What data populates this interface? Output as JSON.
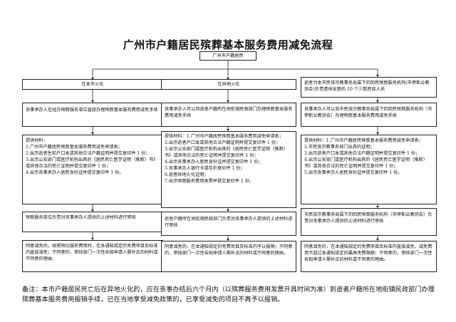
{
  "title": "广州市户籍居民殡葬基本服务费用减免流程",
  "start_node": "广州市户籍居民",
  "columns": [
    {
      "condition": "在本市火化",
      "step1": "丧事承办人在经办殡葬服务单位直接办理殡葬基本服务费用减免手续",
      "materials_title": "提供材料：",
      "materials": [
        "1.广州市户籍居民殡葬基本服务费用减免申请表；",
        "2.出示逝者生前户口本或其他合法户籍证明并提交复印件 1 份；",
        "3.出示公安部门或医疗机构出具的《居民死亡医学证明（推断）书》或其他合法的死亡证明并提交复印件 1 份；",
        "4.出示丧事承办人居民身份证并提交复印件 1 份。"
      ],
      "review": "殡葬服务单位负责对丧事承办人提供的上述材料进行审核",
      "result": "同意减免的，按照殡仪服务费用时，在本通知规定的免费项目及标准内直接减免；不同意的，审核部门一次性告知申请人需补正的材料或不同意的理由。"
    },
    {
      "condition": "在异地火化",
      "step1": "丧事承办人可以到逝者户籍所在地街镇民政部门办理殡葬基本服务费用减免手续",
      "materials_title": "提供材料：1.广州市户籍居民殡葬基本服务费用减免申请表；",
      "materials": [
        "2.出示逝者户口本或其他合法户籍证明并提交复印件 1 份；",
        "3.出示公安部门或医疗机构出具的《居民死亡医学证明（推断）书》或其他合法的死亡证明并提交复印件 1 份；",
        "4.出示丧事承办人居民身份证并提交复印件 1 份；",
        "5.丧事承办人银行卡或存折复印件 1 份；",
        "6.逝者异地火化证明；",
        "7.出示殡葬服务费用发票并提交复印件 1 份。"
      ],
      "review": "逝者户籍所在地街镇民政部门负责对丧事承办人提供的上述材料进行审核",
      "result": "同意减免的，在本通知规定的免费项目及标准内予以报销；不同意的，审核部门一次性告知申请人需补正的材料或不同意的理由。"
    },
    {
      "condition": "逝者为本市民族宗教事务局属下的回民殡葬服务机构(市伊斯兰教协会)负责遗体安葬的 10 个少数民族人员",
      "step1": "丧事承办人可以到市民族宗教事务局属下的回民殡葬服务机构（市伊斯兰教协会）办理殡葬基本服务费用减免手续",
      "materials_title": "提供材料：1.广州市户籍居民殡葬基本服务费用减免申请表；",
      "materials": [
        "2.市民族宗教事务部门出具的证明；",
        "3.出示逝者户口本或其他合法户籍证明并提交复印件 1 份；",
        "4.出示公安部门或医疗机构出具的《居民死亡医学证明（推断）书》或其他合法的死亡证明并提交复印件 1 份；",
        "5.出示丧事承办人居民身份证并提交复印件 1 份。"
      ],
      "review": "市民族宗教事务局属下的回民殡葬服务机构（市伊斯兰教协会）负责对丧事承办人提供的上述材料进行审核",
      "result": "同意减免的，在本通知规定的免费项目及标准内直接减免，减免费用不超过本通知规定的最高免费限额；不同意的，审核部门一次性告知申请人需补正的材料或不同意的理由。"
    }
  ],
  "footnote": "备注：本市户籍居民死亡后在异地火化的，应在丧事办结后六个月内（以殡葬服务费用发票开具时间为准）到逝者户籍所在地街镇民政部门办理殡葬基本服务费用报销手续，已在当地享受减免政策的，已享受减免的项目不再予以报销。"
}
